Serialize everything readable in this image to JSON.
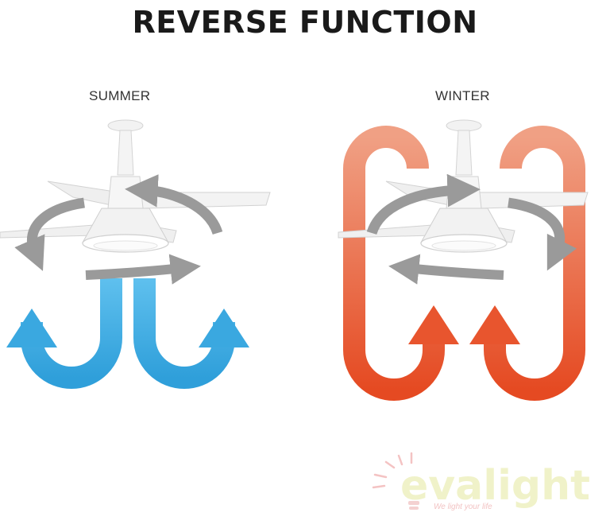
{
  "title": "REVERSE FUNCTION",
  "panels": [
    {
      "label": "SUMMER",
      "airflow_direction": "down",
      "airflow_color": "#3aa8e0"
    },
    {
      "label": "WINTER",
      "airflow_direction": "up",
      "airflow_color": "#e8552e"
    }
  ],
  "colors": {
    "rotation_arrow": "#9a9a9a",
    "summer_flow_top": "#5fc0ee",
    "summer_flow_bottom": "#2f9fda",
    "winter_flow_top": "#f0a084",
    "winter_flow_bottom": "#e54a22",
    "fan_body": "#f2f2f2",
    "fan_outline": "#d4d4d4"
  },
  "watermark": {
    "brand": "evalight",
    "tagline": "We light your life"
  }
}
